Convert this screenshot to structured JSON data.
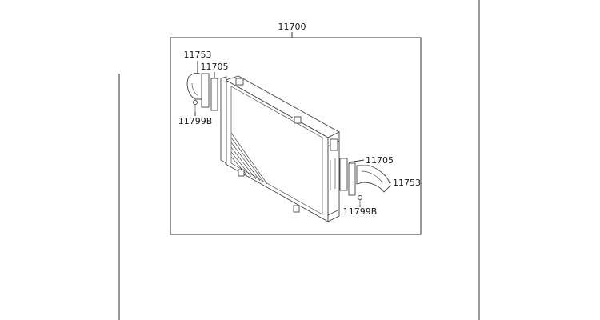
{
  "diagram": {
    "assembly_label": "11700",
    "callouts": {
      "left_hose": "11753",
      "left_gasket": "11705",
      "left_clip": "11799B",
      "right_gasket": "11705",
      "right_hose": "11753",
      "right_clip": "11799B"
    }
  },
  "colors": {
    "line": "#333333",
    "background": "#ffffff"
  }
}
